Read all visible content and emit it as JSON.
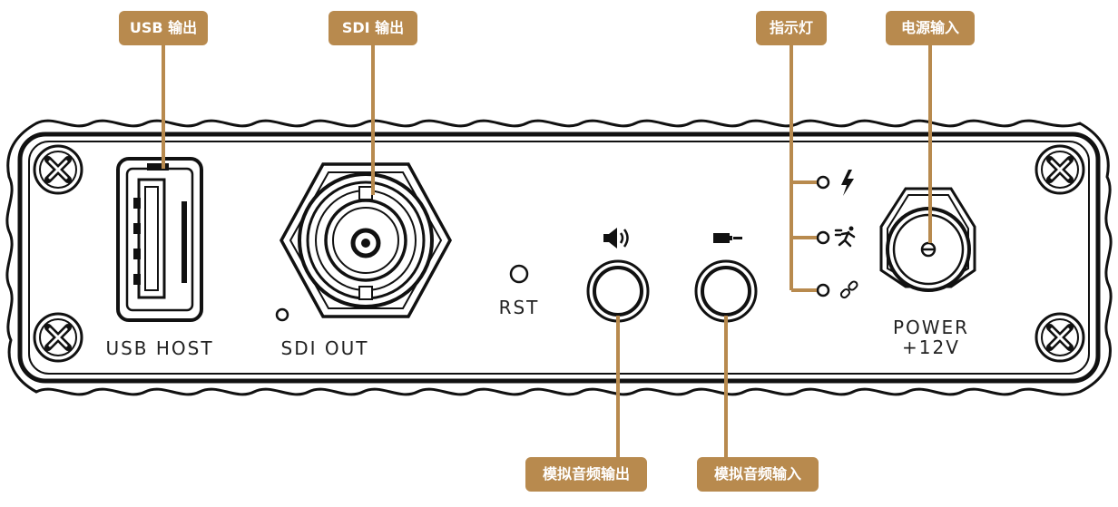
{
  "colors": {
    "accent": "#b88a4e",
    "ink": "#1a1a1a",
    "panel_border": "#111111"
  },
  "callouts": {
    "usb_out": "USB 输出",
    "sdi_out": "SDI 输出",
    "indicator": "指示灯",
    "power_in": "电源输入",
    "analog_audio_out": "模拟音频输出",
    "analog_audio_in": "模拟音频输入"
  },
  "panel_labels": {
    "usb_host": "USB HOST",
    "sdi_out": "SDI OUT",
    "rst": "RST",
    "power": "POWER",
    "voltage": "+12V"
  },
  "icons": {
    "screws": "cross-screw-icon",
    "audio_out": "speaker-icon",
    "audio_in": "microphone-icon",
    "led_power": "lightning-icon",
    "led_activity": "running-person-icon",
    "led_link": "link-icon"
  }
}
